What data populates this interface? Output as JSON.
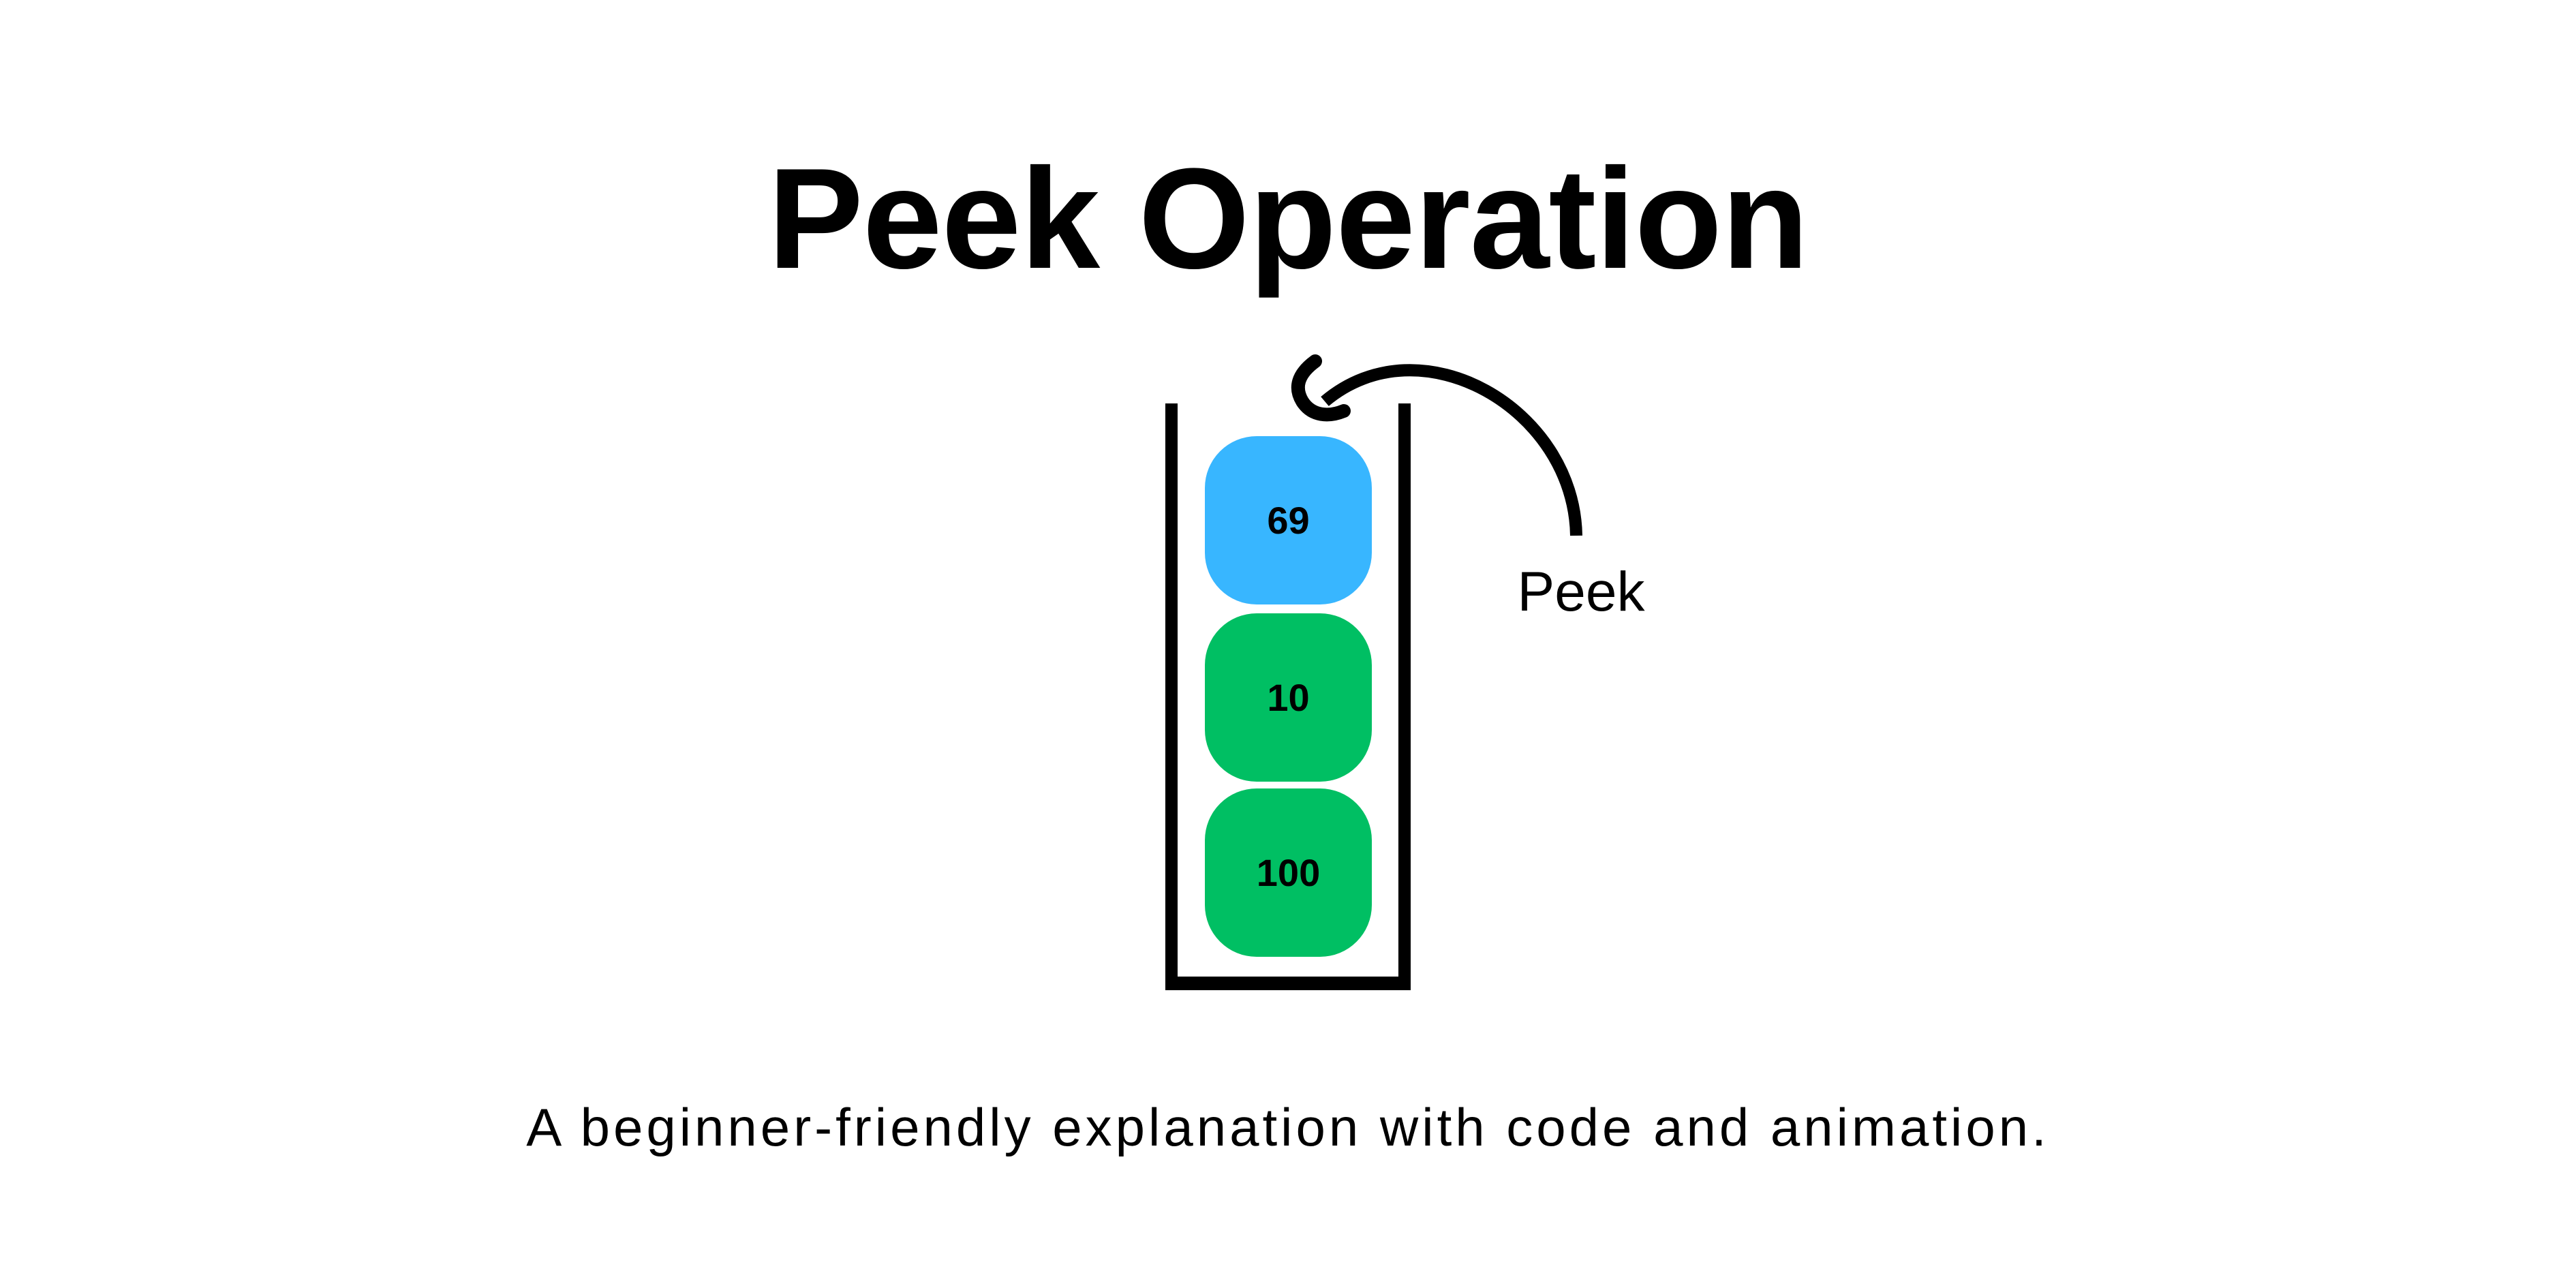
{
  "page": {
    "background": "#ffffff",
    "text_color": "#000000",
    "title": "Peek Operation",
    "caption": "A beginner-friendly explanation with code and animation."
  },
  "stack": {
    "container_color": "#000000",
    "items": [
      {
        "label": "69",
        "color": "#38B6FF",
        "position": "top"
      },
      {
        "label": "10",
        "color": "#00BF63",
        "position": "middle"
      },
      {
        "label": "100",
        "color": "#00BF63",
        "position": "bottom"
      }
    ]
  },
  "annotation": {
    "label": "Peek",
    "arrow_color": "#000000"
  }
}
